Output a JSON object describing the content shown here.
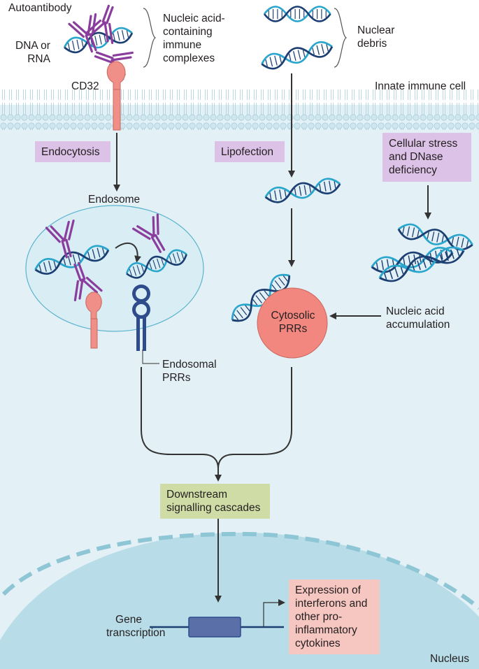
{
  "labels": {
    "autoantibody": "Autoantibody",
    "dna_or_rna": "DNA or\nRNA",
    "immune_complexes": "Nucleic acid-\ncontaining\nimmune\ncomplexes",
    "nuclear_debris": "Nuclear\ndebris",
    "cd32": "CD32",
    "innate_immune_cell": "Innate immune cell",
    "endocytosis": "Endocytosis",
    "lipofection": "Lipofection",
    "cellular_stress": "Cellular stress\nand DNase\ndeficiency",
    "endosome": "Endosome",
    "nucleic_acid_accumulation": "Nucleic acid\naccumulation",
    "cytosolic_prrs": "Cytosolic\nPRRs",
    "endosomal_prrs": "Endosomal\nPRRs",
    "downstream": "Downstream\nsignalling cascades",
    "gene_transcription": "Gene\ntranscription",
    "expression": "Expression of\ninterferons and\nother pro-\ninflammatory\ncytokines",
    "nucleus": "Nucleus"
  },
  "colors": {
    "cell_fill": "#e3f1f6",
    "membrane": "#cfe6ee",
    "antibody": "#8b3d9e",
    "dna_light": "#2aa5cc",
    "dna_dark": "#1c3f73",
    "cd32": "#f08f87",
    "prr_endosomal": "#2e4b8c",
    "cytosolic_prr": "#f2877f",
    "nucleus": "#b9dde8",
    "arrow": "#333333",
    "box_purple": "#dcc2e6",
    "box_green": "#cfdca6",
    "box_pink": "#f6c6c0"
  },
  "icons": [
    "autoantibody-icon",
    "dna-icon",
    "cd32-receptor-icon",
    "endosomal-prr-icon",
    "cytosolic-prr-icon",
    "gene-icon"
  ]
}
